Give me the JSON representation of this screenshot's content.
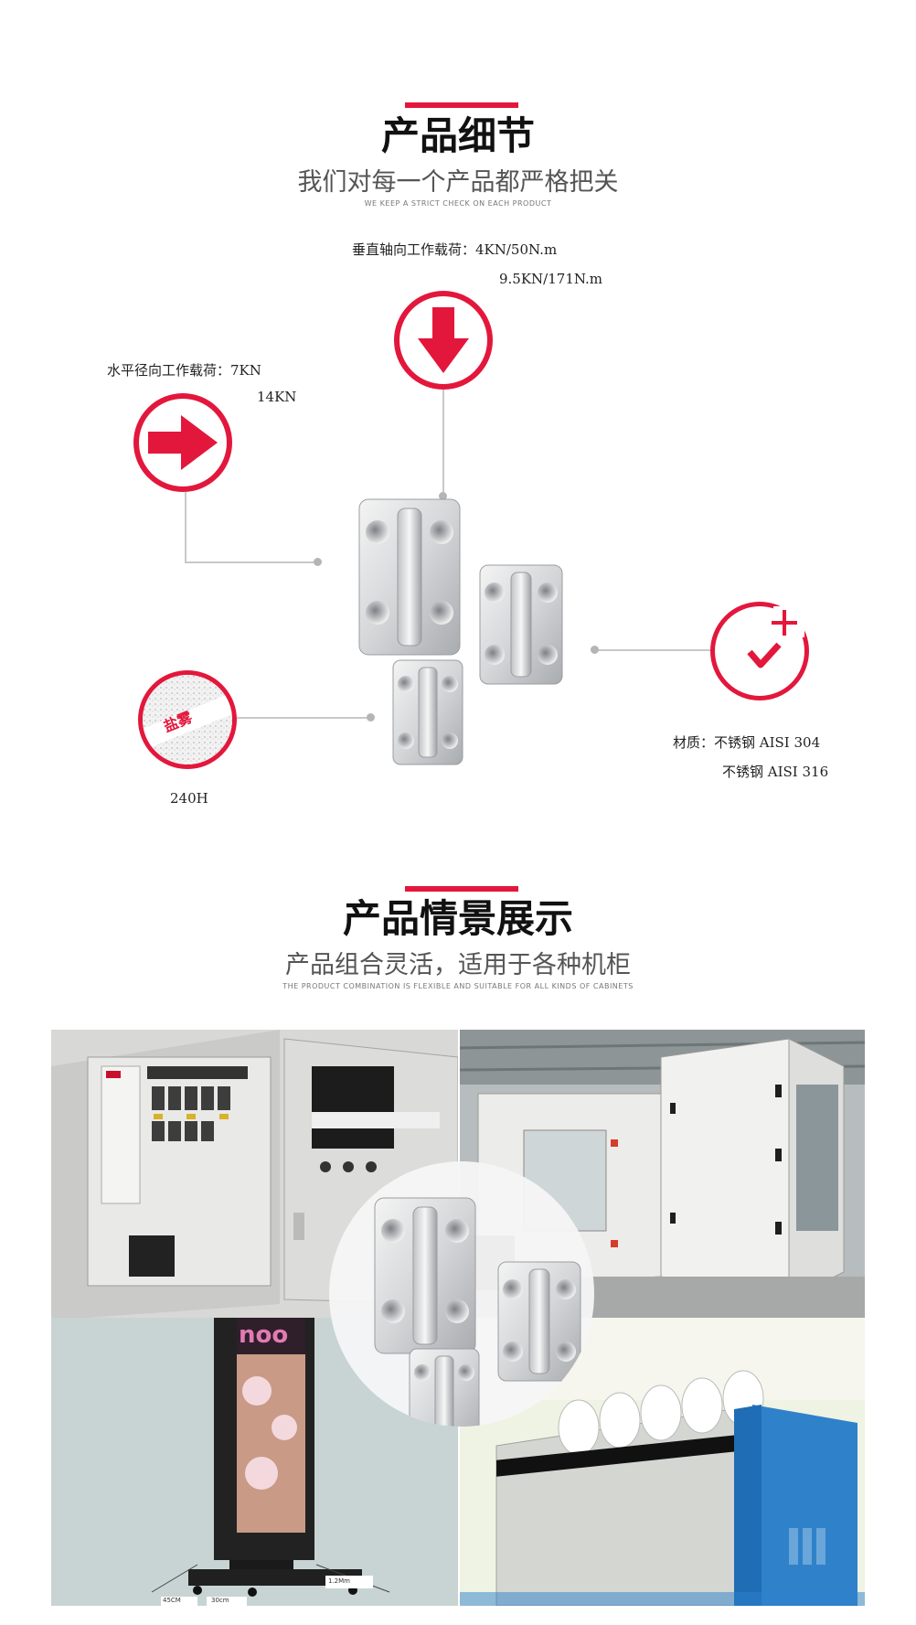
{
  "section1": {
    "title": "产品细节",
    "subtitle": "我们对每一个产品都严格把关",
    "tagline": "WE KEEP A STRICT CHECK ON EACH PRODUCT"
  },
  "specs": {
    "vertical_label": "垂直轴向工作载荷：4KN/50N.m",
    "vertical_value2": "9.5KN/171N.m",
    "horizontal_label": "水平径向工作载荷：7KN",
    "horizontal_value2": "14KN",
    "salt_badge": "盐雾",
    "salt_value": "240H",
    "material_label": "材质：不锈钢 AISI 304",
    "material_value2": "不锈钢 AISI 316"
  },
  "section2": {
    "title": "产品情景展示",
    "subtitle": "产品组合灵活，适用于各种机柜",
    "tagline": "THE PRODUCT COMBINATION IS FLEXIBLE AND SUITABLE FOR ALL KINDS OF CABINETS"
  },
  "scene": {
    "lightbox_text": "noo",
    "dim1": "45CM",
    "dim2": "30cm",
    "dim3": "1.2Mm"
  },
  "colors": {
    "accent": "#e3173c"
  },
  "icons": [
    "arrow-down-icon",
    "arrow-right-icon",
    "salt-spray-icon",
    "clock-plus-icon"
  ]
}
